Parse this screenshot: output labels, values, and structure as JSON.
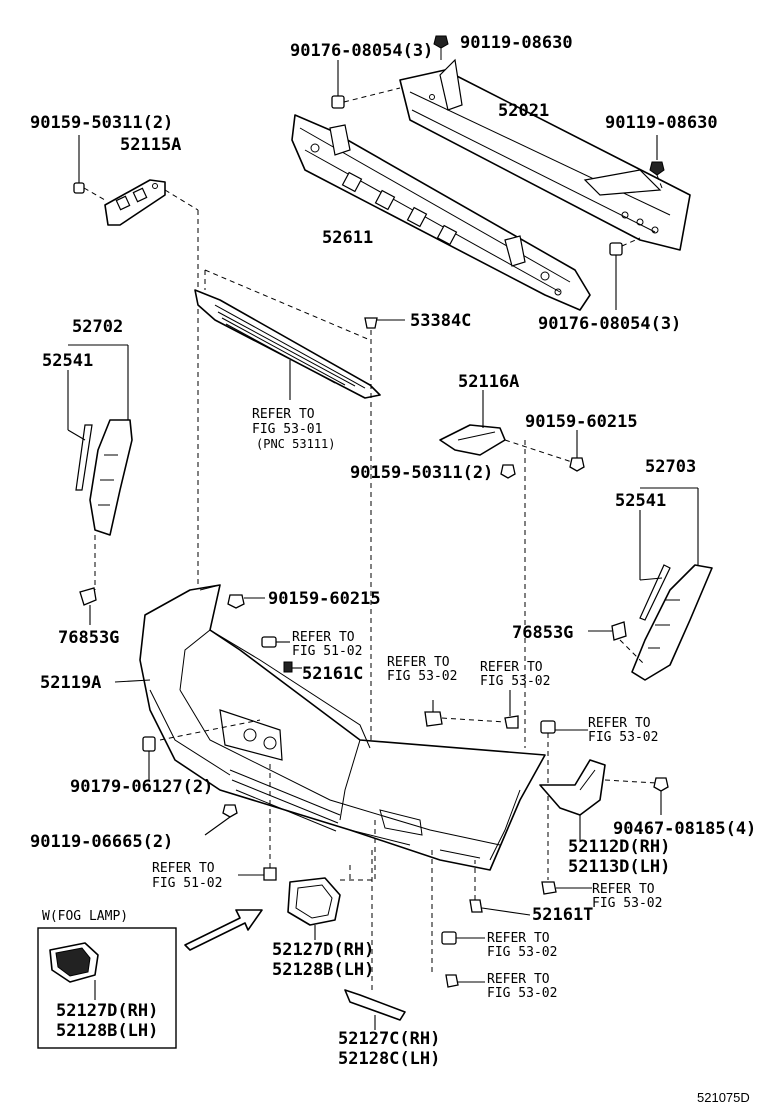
{
  "diagram_id": "521075D",
  "inset": {
    "title": "W(FOG LAMP)",
    "labels": [
      "52127D(RH)",
      "52128B(LH)"
    ]
  },
  "labels": {
    "p90176_top": "90176-08054(3)",
    "p90119_top": "90119-08630",
    "p52021": "52021",
    "p90119_right": "90119-08630",
    "p90159_50311_a": "90159-50311(2)",
    "p52115A": "52115A",
    "p52611": "52611",
    "p90176_right": "90176-08054(3)",
    "p53384C": "53384C",
    "p52702": "52702",
    "p52541_left": "52541",
    "p52116A": "52116A",
    "p90159_60215_a": "90159-60215",
    "p90159_50311_b": "90159-50311(2)",
    "p52703": "52703",
    "p52541_right": "52541",
    "p90159_60215_b": "90159-60215",
    "p76853G_left": "76853G",
    "p76853G_right": "76853G",
    "p52161C": "52161C",
    "p52119A": "52119A",
    "p90179": "90179-06127(2)",
    "p90119_06665": "90119-06665(2)",
    "p90467": "90467-08185(4)",
    "p52112D": "52112D(RH)",
    "p52113D": "52113D(LH)",
    "p52161T": "52161T",
    "p52127D": "52127D(RH)",
    "p52128B": "52128B(LH)",
    "p52127C": "52127C(RH)",
    "p52128C": "52128C(LH)"
  },
  "refers": {
    "grille": [
      "REFER TO",
      "FIG 53-01",
      "(PNC 53111)"
    ],
    "r51_02_a": [
      "REFER TO",
      "FIG 51-02"
    ],
    "r53_02_a": [
      "REFER TO",
      "FIG 53-02"
    ],
    "r53_02_b": [
      "REFER TO",
      "FIG 53-02"
    ],
    "r53_02_c": [
      "REFER TO",
      "FIG 53-02"
    ],
    "r51_02_b": [
      "REFER TO",
      "FIG 51-02"
    ],
    "r53_02_d": [
      "REFER TO",
      "FIG 53-02"
    ],
    "r53_02_e": [
      "REFER TO",
      "FIG 53-02"
    ],
    "r53_02_f": [
      "REFER TO",
      "FIG 53-02"
    ]
  }
}
